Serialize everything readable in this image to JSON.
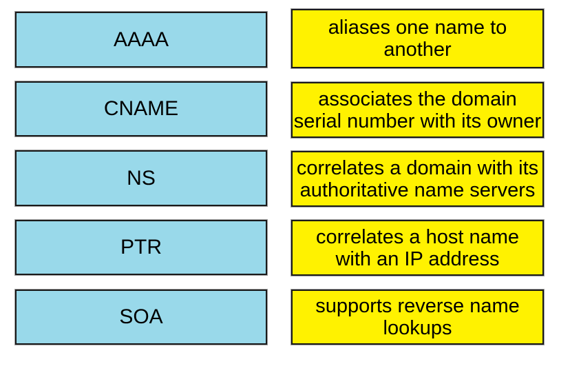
{
  "terms": [
    {
      "label": "AAAA"
    },
    {
      "label": "CNAME"
    },
    {
      "label": "NS"
    },
    {
      "label": "PTR"
    },
    {
      "label": "SOA"
    }
  ],
  "definitions": [
    {
      "lines": [
        "aliases one name to",
        "another"
      ]
    },
    {
      "lines": [
        "associates the domain",
        "serial number with its owner"
      ]
    },
    {
      "lines": [
        "correlates a domain with its",
        "authoritative name servers"
      ]
    },
    {
      "lines": [
        "correlates a host name",
        "with an IP address"
      ]
    },
    {
      "lines": [
        "supports reverse name",
        "lookups"
      ]
    }
  ],
  "colors": {
    "term_fill": "#99D9EA",
    "definition_fill": "#FFF200",
    "border": "#1A1A1A",
    "outer_outline": "#9E9E9E",
    "text": "#000000",
    "background": "#FFFFFF"
  }
}
